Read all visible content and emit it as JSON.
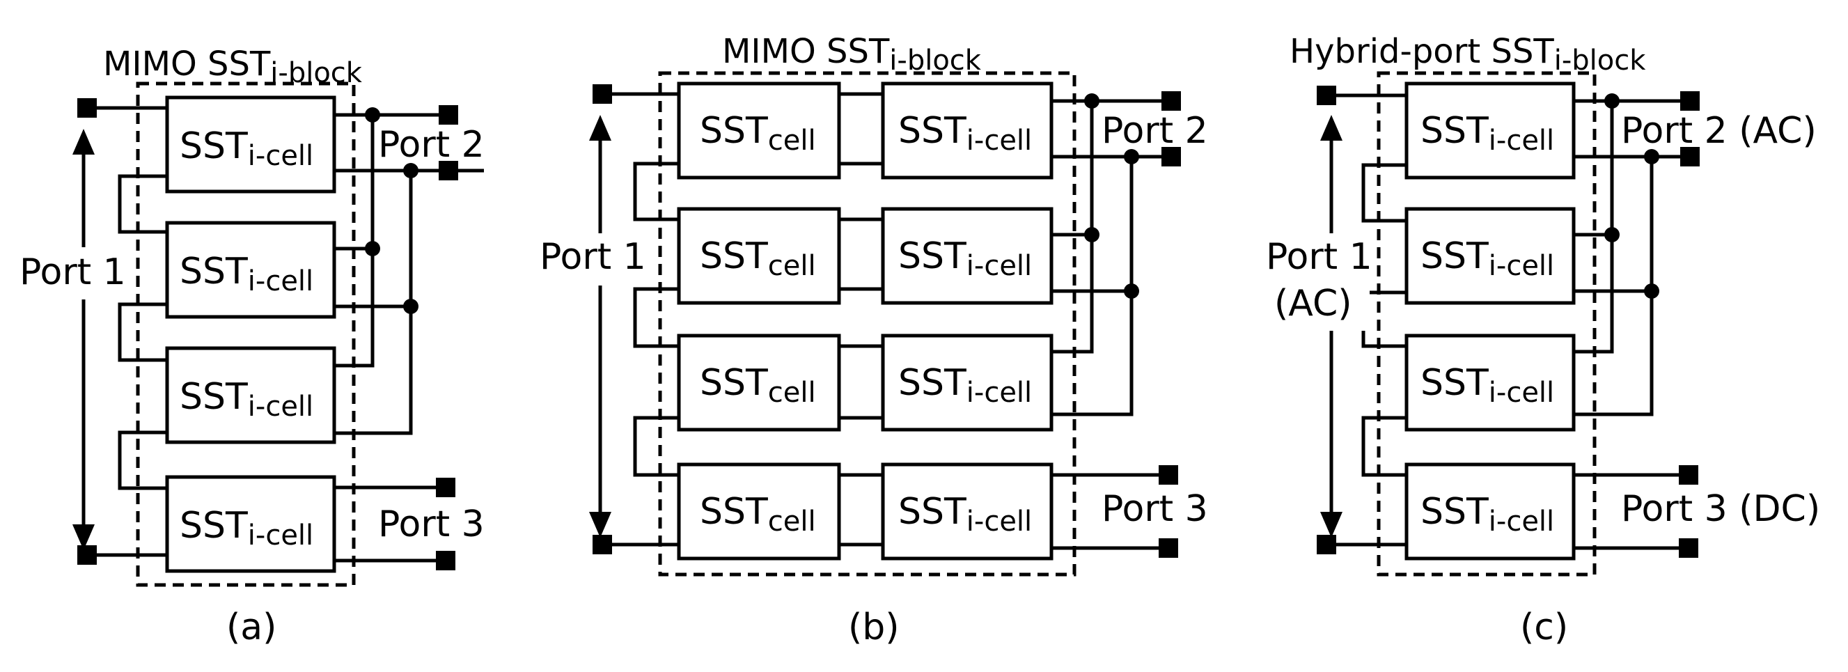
{
  "figures": [
    {
      "title_main": "MIMO SST",
      "title_sub": "i-block",
      "cells": [
        {
          "main": "SST",
          "sub": "i-cell"
        },
        {
          "main": "SST",
          "sub": "i-cell"
        },
        {
          "main": "SST",
          "sub": "i-cell"
        },
        {
          "main": "SST",
          "sub": "i-cell"
        }
      ],
      "port1": "Port 1",
      "port2": "Port 2",
      "port3": "Port 3",
      "caption": "(a)"
    },
    {
      "title_main": "MIMO SST",
      "title_sub": "i-block",
      "left_cells": [
        {
          "main": "SST",
          "sub": "cell"
        },
        {
          "main": "SST",
          "sub": "cell"
        },
        {
          "main": "SST",
          "sub": "cell"
        },
        {
          "main": "SST",
          "sub": "cell"
        }
      ],
      "right_cells": [
        {
          "main": "SST",
          "sub": "i-cell"
        },
        {
          "main": "SST",
          "sub": "i-cell"
        },
        {
          "main": "SST",
          "sub": "i-cell"
        },
        {
          "main": "SST",
          "sub": "i-cell"
        }
      ],
      "port1": "Port 1",
      "port2": "Port 2",
      "port3": "Port 3",
      "caption": "(b)"
    },
    {
      "title_main": "Hybrid-port SST",
      "title_sub": "i-block",
      "cells": [
        {
          "main": "SST",
          "sub": "i-cell"
        },
        {
          "main": "SST",
          "sub": "i-cell"
        },
        {
          "main": "SST",
          "sub": "i-cell"
        },
        {
          "main": "SST",
          "sub": "i-cell"
        }
      ],
      "port1_line1": "Port 1",
      "port1_line2": "(AC)",
      "port2": "Port 2 (AC)",
      "port3": "Port 3 (DC)",
      "caption": "(c)"
    }
  ]
}
